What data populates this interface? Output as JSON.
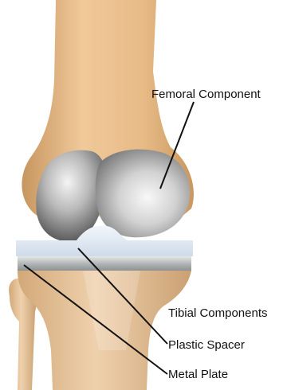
{
  "diagram": {
    "labels": {
      "femoral": "Femoral Component",
      "tibial": "Tibial Components",
      "spacer": "Plastic Spacer",
      "plate": "Metal Plate"
    }
  },
  "colors": {
    "bone": "#e0b586",
    "bone_shadow": "#c89a68",
    "metal_light": "#f0f0f0",
    "metal_dark": "#5a5a5a",
    "spacer": "#dfe8f4",
    "plate": "#b8bcbc",
    "leader": "#111111"
  }
}
